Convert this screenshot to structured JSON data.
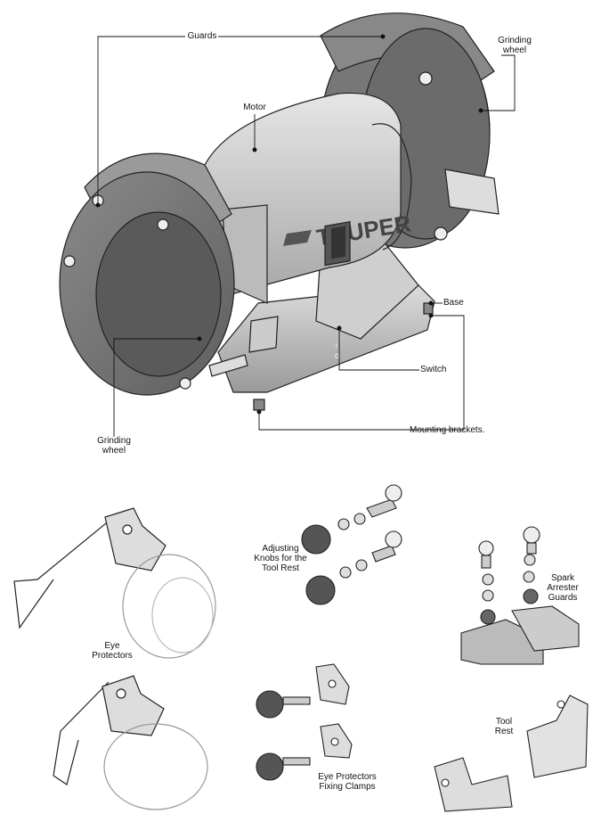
{
  "brand": "TRUPER",
  "labels": {
    "guards": "Guards",
    "grinding_wheel_right": [
      "Grinding",
      "wheel"
    ],
    "motor": "Motor",
    "base": "Base",
    "switch": "Switch",
    "grinding_wheel_left": [
      "Grinding",
      "wheel"
    ],
    "mounting_brackets": "Mounting brackets.",
    "adjusting_knobs": [
      "Adjusting",
      "Knobs for the",
      "Tool Rest"
    ],
    "spark_arrester": [
      "Spark",
      "Arrester",
      "Guards"
    ],
    "eye_protectors": [
      "Eye",
      "Protectors"
    ],
    "tool_rest": [
      "Tool",
      "Rest"
    ],
    "eye_clamps": [
      "Eye Protectors",
      "Fixing Clamps"
    ]
  },
  "switch_marks": [
    "I",
    "O"
  ]
}
